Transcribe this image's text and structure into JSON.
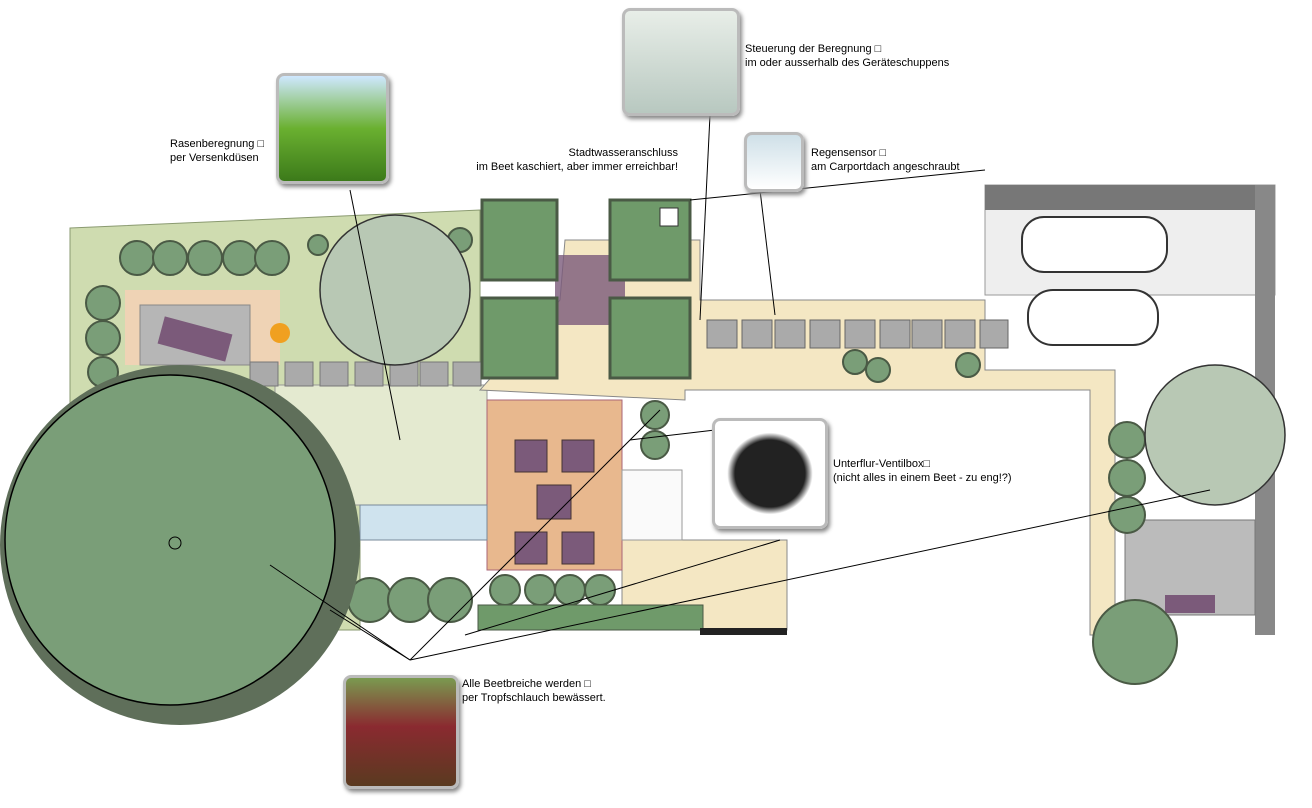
{
  "title": "Bewässerungsplan Garten",
  "callouts": {
    "controller": {
      "line1": "Steuerung der Beregnung □",
      "line2": "im oder ausserhalb des Geräteschuppens",
      "icon": "irrigation-controller-photo"
    },
    "rain_sensor": {
      "line1": "Regensensor □",
      "line2": "am Carportdach angeschraubt",
      "icon": "rain-sensor-photo"
    },
    "lawn": {
      "line1": "Rasenberegnung □",
      "line2": "per Versenkdüsen",
      "icon": "pop-up-sprinkler-photo"
    },
    "water": {
      "line1": "Stadtwasseranschluss",
      "line2": "im Beet kaschiert, aber immer erreichbar!"
    },
    "valvebox": {
      "line1": "Unterflur-Ventilbox□",
      "line2": "(nicht alles in einem Beet - zu eng!?)",
      "icon": "valve-box-photo"
    },
    "drip": {
      "line1": "Alle Beetbreiche werden □",
      "line2": "per Tropfschlauch bewässert.",
      "icon": "drip-hose-photo"
    }
  },
  "colors": {
    "lawn": "#cfdcb0",
    "tree": "#7a9e78",
    "tree_dark": "#5f6f5a",
    "path": "#f4e7c3",
    "paver": "#a9a9a9",
    "deck": "#e8b88e",
    "furniture": "#7b5a7a",
    "carport": "#eeeeee"
  }
}
